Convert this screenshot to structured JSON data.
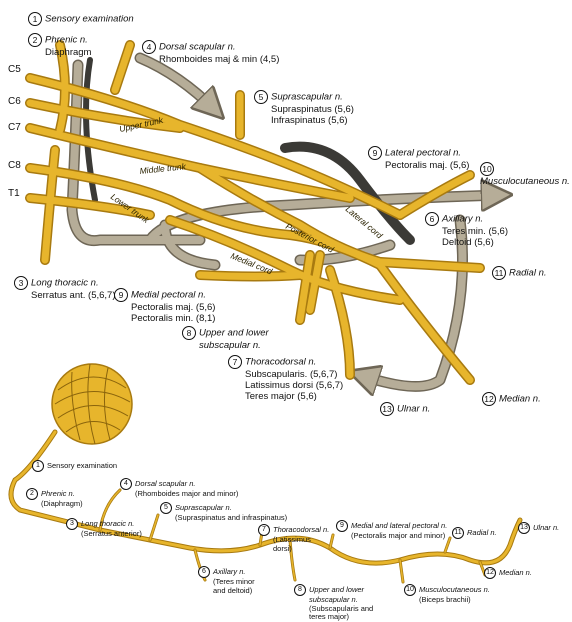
{
  "roots": [
    "C5",
    "C6",
    "C7",
    "C8",
    "T1"
  ],
  "trunk_labels": {
    "upper": "Upper trunk",
    "middle": "Middle trunk",
    "lower": "Lower trunk",
    "posterior": "Posterior cord",
    "lateral": "Lateral cord",
    "medial": "Medial cord"
  },
  "top_labels": [
    {
      "num": "1",
      "title": "Sensory examination",
      "detail": ""
    },
    {
      "num": "2",
      "title": "Phrenic n.",
      "detail": "Diaphragm"
    },
    {
      "num": "4",
      "title": "Dorsal scapular n.",
      "detail": "Rhomboides maj & min (4,5)"
    },
    {
      "num": "5",
      "title": "Suprascapular n.",
      "detail": "Supraspinatus (5,6)",
      "detail2": "Infraspinatus (5,6)"
    },
    {
      "num": "9",
      "title": "Lateral pectoral n.",
      "detail": "Pectoralis maj. (5,6)"
    },
    {
      "num": "10",
      "title": "Musculocutaneous n.",
      "detail": ""
    },
    {
      "num": "6",
      "title": "Axillary n.",
      "detail": "Teres min. (5,6)",
      "detail2": "Deltoid (5,6)"
    },
    {
      "num": "11",
      "title": "Radial n.",
      "detail": ""
    },
    {
      "num": "3",
      "title": "Long thoracic n.",
      "detail": "Serratus ant. (5,6,7)"
    },
    {
      "num": "9",
      "title": "Medial pectoral n.",
      "detail": "Pectoralis maj. (5,6)",
      "detail2": "Pectoralis min. (8,1)"
    },
    {
      "num": "8",
      "title": "Upper and lower",
      "detail": "subscapular n."
    },
    {
      "num": "7",
      "title": "Thoracodorsal n.",
      "detail": "Subscapularis. (5,6,7)",
      "detail2": "Latissimus dorsi (5,6,7)",
      "detail3": "Teres major (5,6)"
    },
    {
      "num": "13",
      "title": "Ulnar n.",
      "detail": ""
    },
    {
      "num": "12",
      "title": "Median n.",
      "detail": ""
    }
  ],
  "bottom_labels": [
    {
      "num": "1",
      "title": "Sensory examination",
      "detail": ""
    },
    {
      "num": "2",
      "title": "Phrenic n.",
      "detail": "(Diaphragm)"
    },
    {
      "num": "4",
      "title": "Dorsal scapular n.",
      "detail": "(Rhomboides major and minor)"
    },
    {
      "num": "3",
      "title": "Long thoracic n.",
      "detail": "(Serratus anterior)"
    },
    {
      "num": "5",
      "title": "Suprascapular n.",
      "detail": "(Supraspinatus and infraspinatus)"
    },
    {
      "num": "7",
      "title": "Thoracodorsal n.",
      "detail": "(Latissimus",
      "detail2": "dorsi)"
    },
    {
      "num": "9",
      "title": "Medial and lateral pectoral n.",
      "detail": "(Pectoralis major and minor)"
    },
    {
      "num": "11",
      "title": "Radial n.",
      "detail": ""
    },
    {
      "num": "13",
      "title": "Ulnar n.",
      "detail": ""
    },
    {
      "num": "6",
      "title": "Axillary n.",
      "detail": "(Teres minor",
      "detail2": "and deltoid)"
    },
    {
      "num": "8",
      "title": "Upper and lower",
      "detail": "subscapular n.",
      "detail2": "(Subscapularis and",
      "detail3": "teres major)"
    },
    {
      "num": "10",
      "title": "Musculocutaneous n.",
      "detail": "(Biceps brachii)"
    },
    {
      "num": "12",
      "title": "Median n.",
      "detail": ""
    }
  ],
  "colors": {
    "nerve": "#e7b52c",
    "nerve_edge": "#a87a10",
    "arrow": "#b6ad98",
    "arrow_edge": "#6e6656",
    "vessel": "#3b3a36"
  }
}
